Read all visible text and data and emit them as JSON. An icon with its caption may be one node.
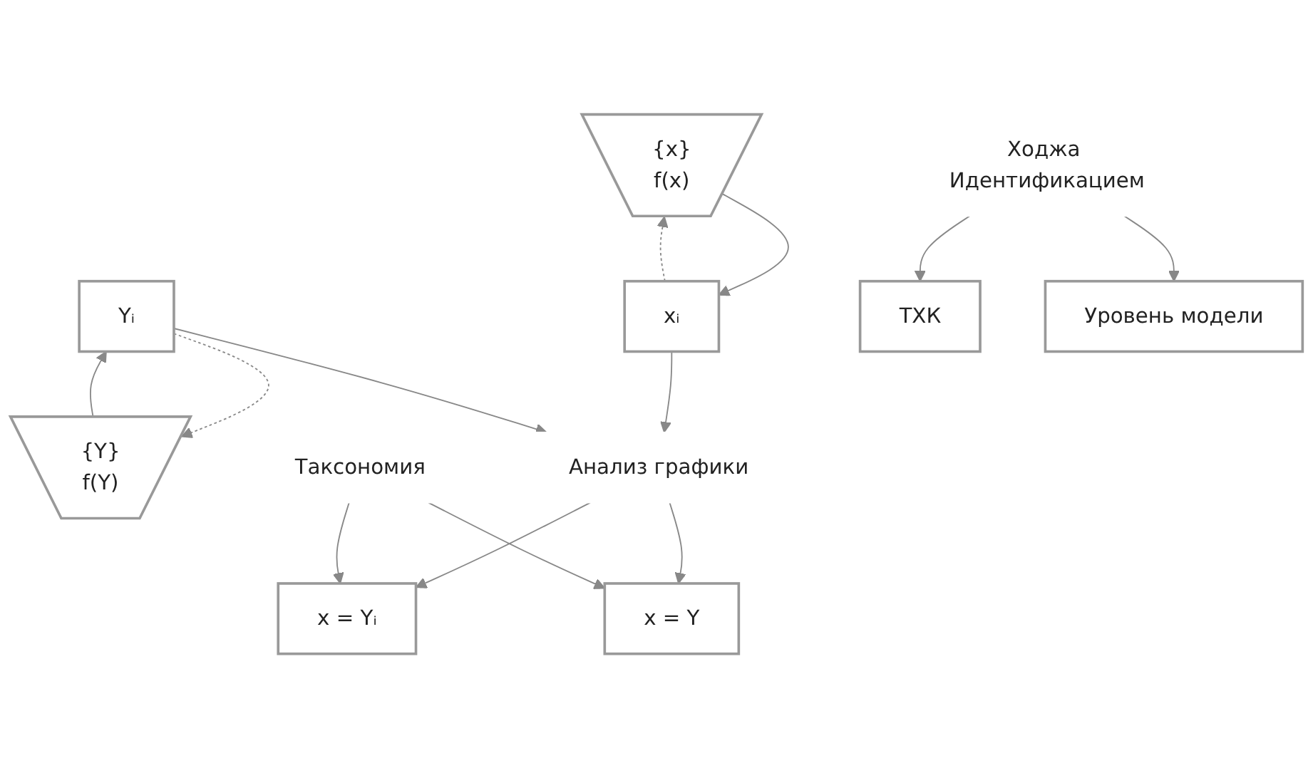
{
  "diagram": {
    "nodes": [
      {
        "text": [
          "{x}",
          "f(x)"
        ]
      },
      {
        "text": [
          "xᵢ"
        ]
      },
      {
        "text": [
          "Yᵢ"
        ]
      },
      {
        "text": [
          "{Y}",
          "f(Y)"
        ]
      },
      {
        "text": [
          "Анализ графики"
        ]
      },
      {
        "text": [
          "x = Yᵢ"
        ]
      },
      {
        "text": [
          "ТХК"
        ]
      },
      {
        "text": [
          "Таксономия"
        ]
      },
      {
        "text": [
          "Ходжа Идентификацием"
        ]
      },
      {
        "text": [
          "x = Y"
        ]
      },
      {
        "text": [
          "Уровень модели"
        ]
      }
    ],
    "edges": [
      {
        "from": 0,
        "to": 1,
        "arrow": "to"
      },
      {
        "from": 1,
        "to": 0,
        "arrow": "to",
        "style": "dashed"
      },
      {
        "from": 3,
        "to": 2,
        "arrow": "to"
      },
      {
        "from": 2,
        "to": 3,
        "arrow": "to",
        "style": "dashed"
      },
      {
        "from": 1,
        "to": 4,
        "arrow": "to"
      },
      {
        "from": 2,
        "to": 4,
        "arrow": "to"
      },
      {
        "from": 4,
        "to": 5,
        "arrow": "to"
      },
      {
        "from": 4,
        "to": 9,
        "arrow": "to"
      },
      {
        "from": 7,
        "to": 5,
        "arrow": "to"
      },
      {
        "from": 7,
        "to": 9,
        "arrow": "to"
      },
      {
        "from": 8,
        "to": 6,
        "arrow": "to"
      },
      {
        "from": 8,
        "to": 10,
        "arrow": "to"
      }
    ]
  }
}
